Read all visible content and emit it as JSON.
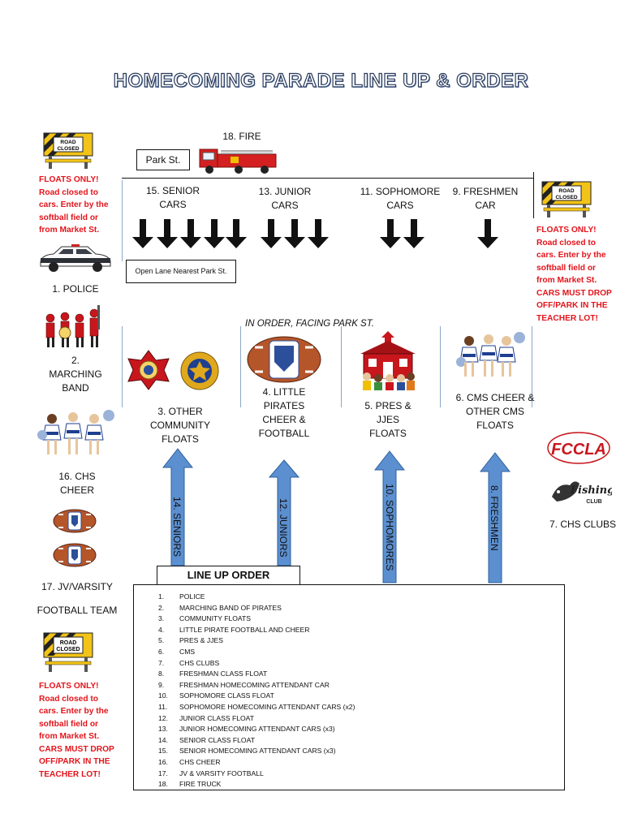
{
  "title": "HOMECOMING PARADE LINE UP & ORDER",
  "top": {
    "fire": "18. FIRE",
    "park_st": "Park St."
  },
  "sign_text": {
    "line1": "ROAD",
    "line2": "CLOSED"
  },
  "positions": {
    "senior_cars": [
      "15. SENIOR",
      "CARS"
    ],
    "junior_cars": [
      "13. JUNIOR",
      "CARS"
    ],
    "sophomore_cars": [
      "11. SOPHOMORE",
      "CARS"
    ],
    "freshmen_car": [
      "9. FRESHMEN",
      "CAR"
    ],
    "open_lane": "Open Lane Nearest Park St.",
    "facing_note": "IN ORDER, FACING PARK ST.",
    "police": "1. POLICE",
    "marching_band": [
      "2.",
      "MARCHING",
      "BAND"
    ],
    "community_floats": [
      "3. OTHER",
      "COMMUNITY",
      "FLOATS"
    ],
    "little_pirates": [
      "4. LITTLE",
      "PIRATES",
      "CHEER &",
      "FOOTBALL"
    ],
    "pres_jjes": [
      "5. PRES &",
      "JJES",
      "FLOATS"
    ],
    "cms_cheer": [
      "6. CMS CHEER &",
      "OTHER CMS",
      "FLOATS"
    ],
    "chs_clubs": "7. CHS CLUBS",
    "chs_cheer": [
      "16. CHS",
      "CHEER"
    ],
    "jv_varsity": "17. JV/VARSITY",
    "football_team": "FOOTBALL TEAM"
  },
  "arrows": {
    "seniors": "14. SENIORS",
    "juniors": "12. JUNIORS",
    "sophomores": "10. SOPHOMORES",
    "freshmen": "8. FRESHMEN"
  },
  "notes": {
    "top_left": [
      "FLOATS ONLY!",
      "Road closed to",
      "cars.  Enter by the",
      "softball field or",
      "from Market St."
    ],
    "right": [
      "FLOATS ONLY!",
      "Road closed to",
      "cars.  Enter by the",
      "softball field or",
      "from Market St.",
      "CARS MUST DROP",
      "OFF/PARK IN THE",
      "TEACHER LOT!"
    ],
    "bottom_left": [
      "FLOATS ONLY!",
      "Road closed to",
      "cars.  Enter by the",
      "softball field or",
      "from Market St.",
      "CARS MUST DROP",
      "OFF/PARK IN THE",
      "TEACHER LOT!"
    ]
  },
  "logos": {
    "fccla": "FCCLA",
    "fishing": "Fishing",
    "club": "CLUB"
  },
  "lineup": {
    "title": "LINE UP ORDER",
    "items": [
      {
        "n": "1.",
        "t": "POLICE"
      },
      {
        "n": "2.",
        "t": "MARCHING BAND OF PIRATES"
      },
      {
        "n": "3.",
        "t": "COMMUNITY FLOATS"
      },
      {
        "n": "4.",
        "t": "LITTLE PIRATE FOOTBALL AND CHEER"
      },
      {
        "n": "5.",
        "t": "PRES & JJES"
      },
      {
        "n": "6.",
        "t": "CMS"
      },
      {
        "n": "7.",
        "t": "CHS CLUBS"
      },
      {
        "n": "8.",
        "t": "FRESHMAN CLASS FLOAT"
      },
      {
        "n": "9.",
        "t": "FRESHMAN HOMECOMING ATTENDANT CAR"
      },
      {
        "n": "10.",
        "t": "SOPHOMORE CLASS FLOAT"
      },
      {
        "n": "11.",
        "t": "SOPHOMORE HOMECOMING ATTENDANT CARS (x2)"
      },
      {
        "n": "12.",
        "t": "JUNIOR CLASS FLOAT"
      },
      {
        "n": "13.",
        "t": "JUNIOR HOMECOMING ATTENDANT CARS (x3)"
      },
      {
        "n": "14.",
        "t": "SENIOR CLASS FLOAT"
      },
      {
        "n": "15.",
        "t": "SENIOR HOMECOMING ATTENDANT CARS (x3)"
      },
      {
        "n": "16.",
        "t": "CHS CHEER"
      },
      {
        "n": "17.",
        "t": "JV & VARSITY FOOTBALL"
      },
      {
        "n": "18.",
        "t": "FIRE TRUCK"
      }
    ]
  },
  "colors": {
    "arrow_blue": "#5b8fd0",
    "note_red": "#e3141b",
    "sign_yellow": "#f2c318"
  }
}
